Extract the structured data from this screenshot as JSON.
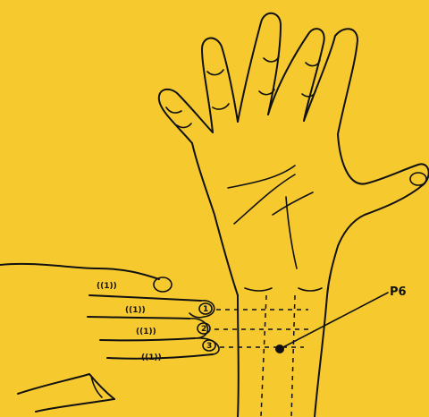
{
  "annotation": {
    "point_label": "P6"
  },
  "finger_markers": [
    "1",
    "2",
    "3"
  ],
  "colors": {
    "background": "#f6c92f",
    "ink": "#111111"
  }
}
